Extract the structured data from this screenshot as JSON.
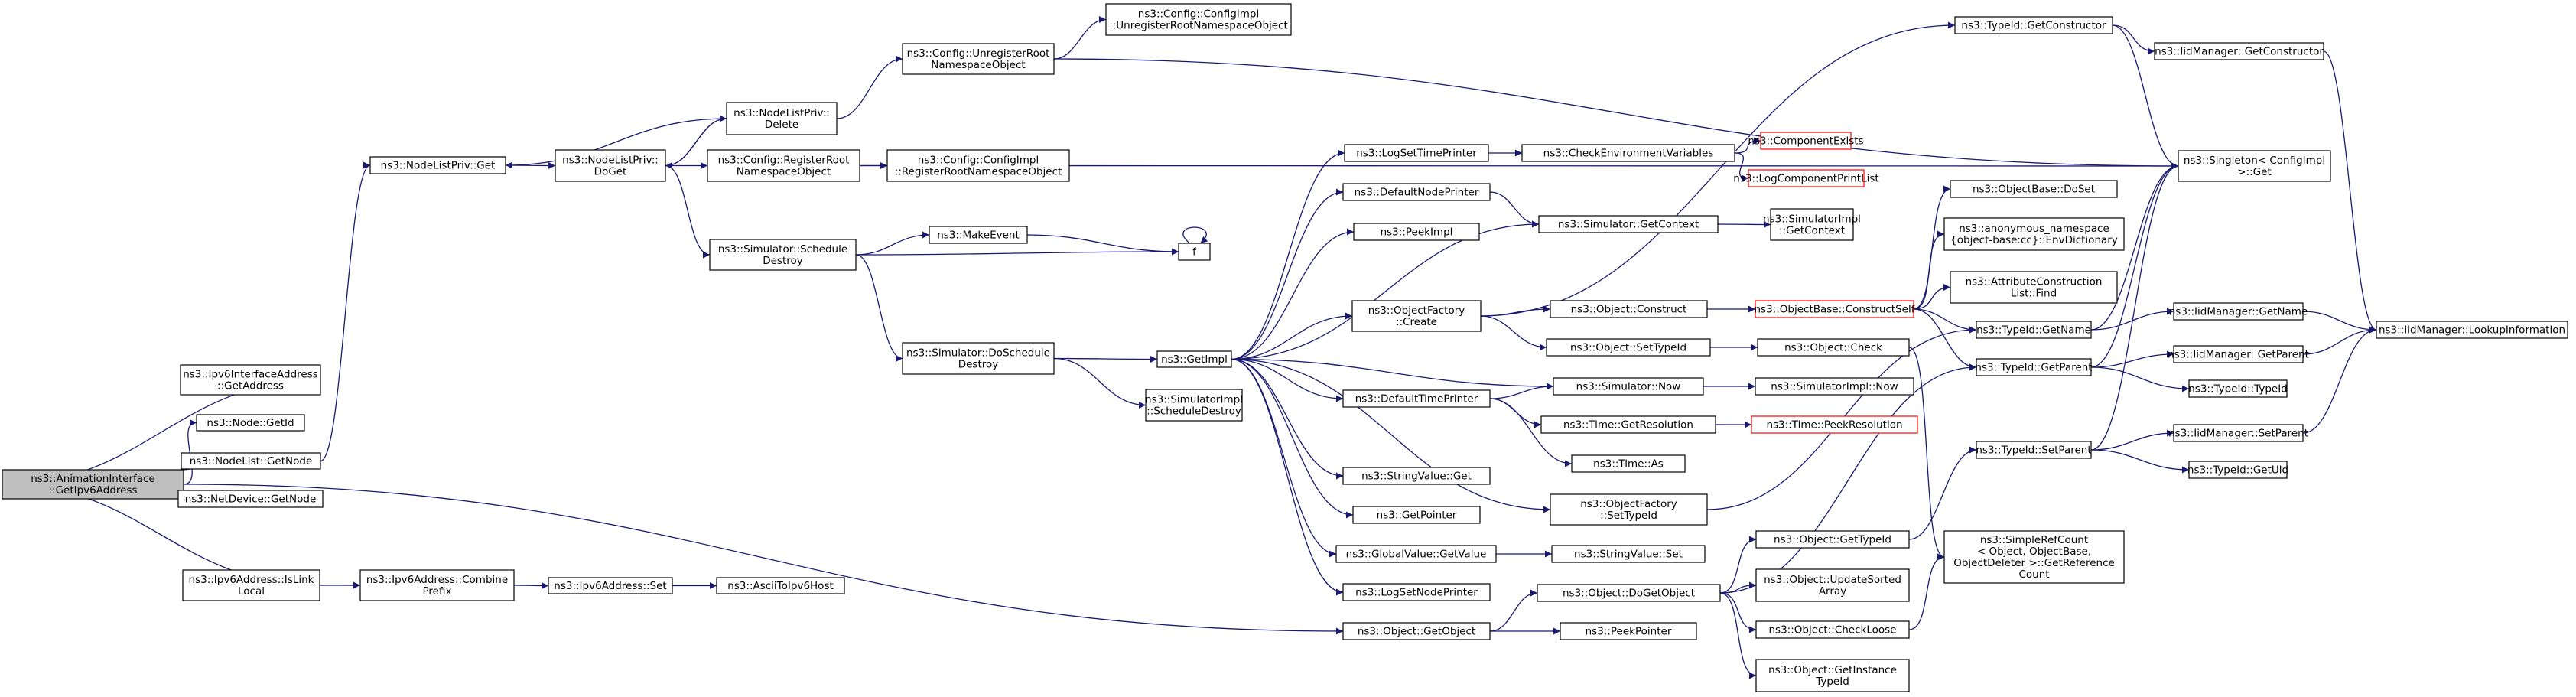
{
  "colors": {
    "edge": "#191970",
    "border_normal": "#000000",
    "border_truncated": "#ff0000",
    "fill_normal": "#ffffff",
    "fill_root": "#bfbfbf"
  },
  "nodes": [
    {
      "id": "root",
      "lines": [
        "ns3::AnimationInterface",
        "::GetIpv6Address"
      ],
      "style": "root"
    },
    {
      "id": "ipv6ifaddr",
      "lines": [
        "ns3::Ipv6InterfaceAddress",
        "::GetAddress"
      ],
      "style": "normal"
    },
    {
      "id": "nodegetid",
      "lines": [
        "ns3::Node::GetId"
      ],
      "style": "normal"
    },
    {
      "id": "nodelistgetnode",
      "lines": [
        "ns3::NodeList::GetNode"
      ],
      "style": "normal"
    },
    {
      "id": "netdevgetnode",
      "lines": [
        "ns3::NetDevice::GetNode"
      ],
      "style": "normal"
    },
    {
      "id": "ipv6islinklocal",
      "lines": [
        "ns3::Ipv6Address::IsLink",
        "Local"
      ],
      "style": "normal"
    },
    {
      "id": "nlpget",
      "lines": [
        "ns3::NodeListPriv::Get"
      ],
      "style": "normal"
    },
    {
      "id": "ipv6combine",
      "lines": [
        "ns3::Ipv6Address::Combine",
        "Prefix"
      ],
      "style": "normal"
    },
    {
      "id": "nlpdoget",
      "lines": [
        "ns3::NodeListPriv::",
        "DoGet"
      ],
      "style": "normal"
    },
    {
      "id": "nlpdelete",
      "lines": [
        "ns3::NodeListPriv::",
        "Delete"
      ],
      "style": "normal"
    },
    {
      "id": "ipv6set",
      "lines": [
        "ns3::Ipv6Address::Set"
      ],
      "style": "normal"
    },
    {
      "id": "asciitoipv6",
      "lines": [
        "ns3::AsciiToIpv6Host"
      ],
      "style": "normal"
    },
    {
      "id": "cfgunreg",
      "lines": [
        "ns3::Config::UnregisterRoot",
        "NamespaceObject"
      ],
      "style": "normal"
    },
    {
      "id": "cfgreg",
      "lines": [
        "ns3::Config::RegisterRoot",
        "NamespaceObject"
      ],
      "style": "normal"
    },
    {
      "id": "simschedule",
      "lines": [
        "ns3::Simulator::Schedule",
        "Destroy"
      ],
      "style": "normal"
    },
    {
      "id": "simdoschedule",
      "lines": [
        "ns3::Simulator::DoSchedule",
        "Destroy"
      ],
      "style": "normal"
    },
    {
      "id": "cfgimplunreg",
      "lines": [
        "ns3::Config::ConfigImpl",
        "::UnregisterRootNamespaceObject"
      ],
      "style": "normal"
    },
    {
      "id": "cfgimplreg",
      "lines": [
        "ns3::Config::ConfigImpl",
        "::RegisterRootNamespaceObject"
      ],
      "style": "normal"
    },
    {
      "id": "makeevent",
      "lines": [
        "ns3::MakeEvent"
      ],
      "style": "normal"
    },
    {
      "id": "f",
      "lines": [
        "f"
      ],
      "style": "normal"
    },
    {
      "id": "getimpl",
      "lines": [
        "ns3::GetImpl"
      ],
      "style": "normal"
    },
    {
      "id": "simimplsched",
      "lines": [
        "ns3::SimulatorImpl",
        "::ScheduleDestroy"
      ],
      "style": "normal"
    },
    {
      "id": "logsettime",
      "lines": [
        "ns3::LogSetTimePrinter"
      ],
      "style": "normal"
    },
    {
      "id": "defnodeprinter",
      "lines": [
        "ns3::DefaultNodePrinter"
      ],
      "style": "normal"
    },
    {
      "id": "peekimpl",
      "lines": [
        "ns3::PeekImpl"
      ],
      "style": "normal"
    },
    {
      "id": "objfactcreate",
      "lines": [
        "ns3::ObjectFactory",
        "::Create"
      ],
      "style": "normal"
    },
    {
      "id": "deftimeprinter",
      "lines": [
        "ns3::DefaultTimePrinter"
      ],
      "style": "normal"
    },
    {
      "id": "stringvalget",
      "lines": [
        "ns3::StringValue::Get"
      ],
      "style": "normal"
    },
    {
      "id": "getpointer",
      "lines": [
        "ns3::GetPointer"
      ],
      "style": "normal"
    },
    {
      "id": "globalvalget",
      "lines": [
        "ns3::GlobalValue::GetValue"
      ],
      "style": "normal"
    },
    {
      "id": "logsetnode",
      "lines": [
        "ns3::LogSetNodePrinter"
      ],
      "style": "normal"
    },
    {
      "id": "objgetobject",
      "lines": [
        "ns3::Object::GetObject"
      ],
      "style": "normal"
    },
    {
      "id": "checkenv",
      "lines": [
        "ns3::CheckEnvironmentVariables"
      ],
      "style": "normal"
    },
    {
      "id": "simgetcontext",
      "lines": [
        "ns3::Simulator::GetContext"
      ],
      "style": "normal"
    },
    {
      "id": "objconstruct",
      "lines": [
        "ns3::Object::Construct"
      ],
      "style": "normal"
    },
    {
      "id": "objsettypeid",
      "lines": [
        "ns3::Object::SetTypeId"
      ],
      "style": "normal"
    },
    {
      "id": "simnow",
      "lines": [
        "ns3::Simulator::Now"
      ],
      "style": "normal"
    },
    {
      "id": "timegetres",
      "lines": [
        "ns3::Time::GetResolution"
      ],
      "style": "normal"
    },
    {
      "id": "timeas",
      "lines": [
        "ns3::Time::As"
      ],
      "style": "normal"
    },
    {
      "id": "objfactsettypeid",
      "lines": [
        "ns3::ObjectFactory",
        "::SetTypeId"
      ],
      "style": "normal"
    },
    {
      "id": "stringvalset",
      "lines": [
        "ns3::StringValue::Set"
      ],
      "style": "normal"
    },
    {
      "id": "objdogetobject",
      "lines": [
        "ns3::Object::DoGetObject"
      ],
      "style": "normal"
    },
    {
      "id": "peekpointer",
      "lines": [
        "ns3::PeekPointer"
      ],
      "style": "normal"
    },
    {
      "id": "compexists",
      "lines": [
        "ns3::ComponentExists"
      ],
      "style": "truncated"
    },
    {
      "id": "logcompprint",
      "lines": [
        "ns3::LogComponentPrintList"
      ],
      "style": "truncated"
    },
    {
      "id": "simimplgetctx",
      "lines": [
        "ns3::SimulatorImpl",
        "::GetContext"
      ],
      "style": "normal"
    },
    {
      "id": "objbaseconstructself",
      "lines": [
        "ns3::ObjectBase::ConstructSelf"
      ],
      "style": "truncated"
    },
    {
      "id": "objcheck",
      "lines": [
        "ns3::Object::Check"
      ],
      "style": "normal"
    },
    {
      "id": "simimplnow",
      "lines": [
        "ns3::SimulatorImpl::Now"
      ],
      "style": "normal"
    },
    {
      "id": "timepeekres",
      "lines": [
        "ns3::Time::PeekResolution"
      ],
      "style": "truncated"
    },
    {
      "id": "objgettypeid",
      "lines": [
        "ns3::Object::GetTypeId"
      ],
      "style": "normal"
    },
    {
      "id": "objupdatesorted",
      "lines": [
        "ns3::Object::UpdateSorted",
        "Array"
      ],
      "style": "normal"
    },
    {
      "id": "objcheckloose",
      "lines": [
        "ns3::Object::CheckLoose"
      ],
      "style": "normal"
    },
    {
      "id": "objgetinstance",
      "lines": [
        "ns3::Object::GetInstance",
        "TypeId"
      ],
      "style": "normal"
    },
    {
      "id": "typeidgetconstructor",
      "lines": [
        "ns3::TypeId::GetConstructor"
      ],
      "style": "normal"
    },
    {
      "id": "objbasedoset",
      "lines": [
        "ns3::ObjectBase::DoSet"
      ],
      "style": "normal"
    },
    {
      "id": "anonenvdict",
      "lines": [
        "ns3::anonymous_namespace",
        "{object-base:cc}::EnvDictionary"
      ],
      "style": "normal"
    },
    {
      "id": "attrconstlist",
      "lines": [
        "ns3::AttributeConstruction",
        "List::Find"
      ],
      "style": "normal"
    },
    {
      "id": "typeidgetname",
      "lines": [
        "ns3::TypeId::GetName"
      ],
      "style": "normal"
    },
    {
      "id": "typeidgetparent",
      "lines": [
        "ns3::TypeId::GetParent"
      ],
      "style": "normal"
    },
    {
      "id": "typeidsetparent",
      "lines": [
        "ns3::TypeId::SetParent"
      ],
      "style": "normal"
    },
    {
      "id": "simplerefcount",
      "lines": [
        "ns3::SimpleRefCount",
        "< Object, ObjectBase,",
        "ObjectDeleter >::GetReference",
        "Count"
      ],
      "style": "normal"
    },
    {
      "id": "iidgetconstructor",
      "lines": [
        "ns3::IidManager::GetConstructor"
      ],
      "style": "normal"
    },
    {
      "id": "singletonget",
      "lines": [
        "ns3::Singleton< ConfigImpl",
        ">::Get"
      ],
      "style": "normal"
    },
    {
      "id": "iidgetname",
      "lines": [
        "ns3::IidManager::GetName"
      ],
      "style": "normal"
    },
    {
      "id": "iidgetparent",
      "lines": [
        "ns3::IidManager::GetParent"
      ],
      "style": "normal"
    },
    {
      "id": "typeidtypeid",
      "lines": [
        "ns3::TypeId::TypeId"
      ],
      "style": "normal"
    },
    {
      "id": "iidsetparent",
      "lines": [
        "ns3::IidManager::SetParent"
      ],
      "style": "normal"
    },
    {
      "id": "typeidgetuid",
      "lines": [
        "ns3::TypeId::GetUid"
      ],
      "style": "normal"
    },
    {
      "id": "iidlookup",
      "lines": [
        "ns3::IidManager::LookupInformation"
      ],
      "style": "normal"
    }
  ],
  "edges": [
    [
      "root",
      "ipv6ifaddr"
    ],
    [
      "root",
      "nodegetid"
    ],
    [
      "root",
      "nodelistgetnode"
    ],
    [
      "root",
      "netdevgetnode"
    ],
    [
      "root",
      "ipv6islinklocal"
    ],
    [
      "root",
      "objgetobject"
    ],
    [
      "nodelistgetnode",
      "nlpget"
    ],
    [
      "nlpget",
      "nlpdoget"
    ],
    [
      "nlpdoget",
      "nlpdelete"
    ],
    [
      "nlpdelete",
      "nlpdoget"
    ],
    [
      "nlpdelete",
      "nlpget"
    ],
    [
      "nlpdelete",
      "cfgunreg"
    ],
    [
      "nlpdoget",
      "cfgreg"
    ],
    [
      "nlpdoget",
      "simschedule"
    ],
    [
      "cfgunreg",
      "cfgimplunreg"
    ],
    [
      "cfgunreg",
      "singletonget"
    ],
    [
      "cfgreg",
      "cfgimplreg"
    ],
    [
      "cfgreg",
      "singletonget"
    ],
    [
      "simschedule",
      "makeevent"
    ],
    [
      "simschedule",
      "f"
    ],
    [
      "simschedule",
      "simdoschedule"
    ],
    [
      "makeevent",
      "f"
    ],
    [
      "f",
      "f"
    ],
    [
      "simdoschedule",
      "getimpl"
    ],
    [
      "simdoschedule",
      "simimplsched"
    ],
    [
      "ipv6islinklocal",
      "ipv6combine"
    ],
    [
      "ipv6combine",
      "ipv6set"
    ],
    [
      "ipv6set",
      "asciitoipv6"
    ],
    [
      "getimpl",
      "logsettime"
    ],
    [
      "getimpl",
      "defnodeprinter"
    ],
    [
      "getimpl",
      "peekimpl"
    ],
    [
      "getimpl",
      "objfactcreate"
    ],
    [
      "getimpl",
      "deftimeprinter"
    ],
    [
      "getimpl",
      "stringvalget"
    ],
    [
      "getimpl",
      "getpointer"
    ],
    [
      "getimpl",
      "globalvalget"
    ],
    [
      "getimpl",
      "logsetnode"
    ],
    [
      "getimpl",
      "objfactsettypeid"
    ],
    [
      "getimpl",
      "simnow"
    ],
    [
      "getimpl",
      "simgetcontext"
    ],
    [
      "logsettime",
      "checkenv"
    ],
    [
      "checkenv",
      "compexists"
    ],
    [
      "checkenv",
      "logcompprint"
    ],
    [
      "defnodeprinter",
      "simgetcontext"
    ],
    [
      "simgetcontext",
      "simimplgetctx"
    ],
    [
      "objfactcreate",
      "objconstruct"
    ],
    [
      "objfactcreate",
      "objsettypeid"
    ],
    [
      "objfactcreate",
      "typeidgetconstructor"
    ],
    [
      "objconstruct",
      "objbaseconstructself"
    ],
    [
      "objsettypeid",
      "objcheck"
    ],
    [
      "deftimeprinter",
      "simnow"
    ],
    [
      "deftimeprinter",
      "timegetres"
    ],
    [
      "deftimeprinter",
      "timeas"
    ],
    [
      "simnow",
      "simimplnow"
    ],
    [
      "timegetres",
      "timepeekres"
    ],
    [
      "globalvalget",
      "stringvalset"
    ],
    [
      "objfactsettypeid",
      "typeidgetname"
    ],
    [
      "objgetobject",
      "objdogetobject"
    ],
    [
      "objgetobject",
      "peekpointer"
    ],
    [
      "objdogetobject",
      "objgettypeid"
    ],
    [
      "objdogetobject",
      "objupdatesorted"
    ],
    [
      "objdogetobject",
      "objcheckloose"
    ],
    [
      "objdogetobject",
      "objgetinstance"
    ],
    [
      "objdogetobject",
      "typeidgetparent"
    ],
    [
      "objgettypeid",
      "typeidsetparent"
    ],
    [
      "objcheck",
      "simplerefcount"
    ],
    [
      "objcheckloose",
      "simplerefcount"
    ],
    [
      "objbaseconstructself",
      "objbasedoset"
    ],
    [
      "objbaseconstructself",
      "anonenvdict"
    ],
    [
      "objbaseconstructself",
      "attrconstlist"
    ],
    [
      "objbaseconstructself",
      "typeidgetname"
    ],
    [
      "objbaseconstructself",
      "typeidgetparent"
    ],
    [
      "typeidgetconstructor",
      "iidgetconstructor"
    ],
    [
      "typeidgetconstructor",
      "singletonget"
    ],
    [
      "typeidgetname",
      "iidgetname"
    ],
    [
      "typeidgetname",
      "singletonget"
    ],
    [
      "typeidgetparent",
      "iidgetparent"
    ],
    [
      "typeidgetparent",
      "typeidtypeid"
    ],
    [
      "typeidgetparent",
      "singletonget"
    ],
    [
      "typeidsetparent",
      "iidsetparent"
    ],
    [
      "typeidsetparent",
      "typeidgetuid"
    ],
    [
      "typeidsetparent",
      "singletonget"
    ],
    [
      "iidgetconstructor",
      "iidlookup"
    ],
    [
      "iidgetname",
      "iidlookup"
    ],
    [
      "iidgetparent",
      "iidlookup"
    ],
    [
      "iidsetparent",
      "iidlookup"
    ]
  ]
}
